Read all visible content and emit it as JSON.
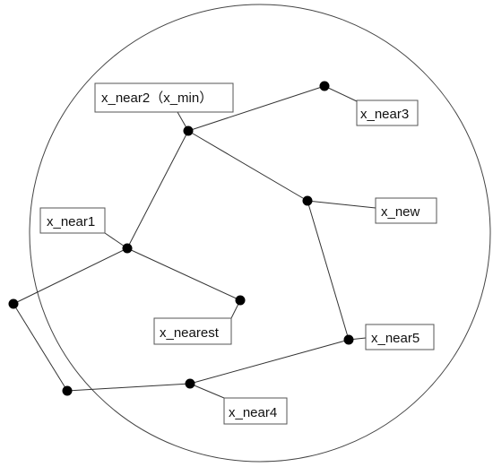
{
  "labels": {
    "x_near2": "x_near2（x_min）",
    "x_near3": "x_near3",
    "x_near1": "x_near1",
    "x_new": "x_new",
    "x_nearest": "x_nearest",
    "x_near5": "x_near5",
    "x_near4": "x_near4"
  }
}
